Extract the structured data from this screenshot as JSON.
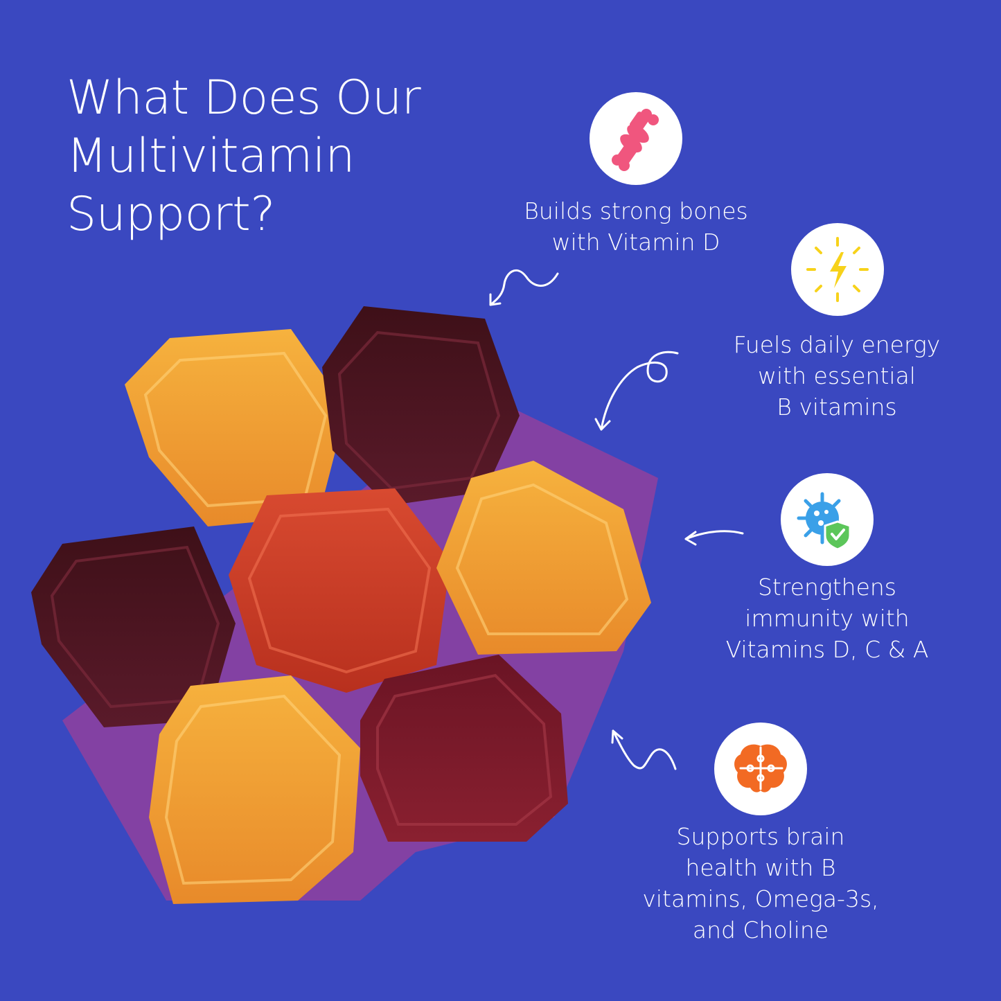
{
  "title": {
    "lines": [
      "What Does Our",
      "Multivitamin",
      "Support?"
    ]
  },
  "benefits": [
    {
      "icon": "bone-joint-icon",
      "lines": [
        "Builds strong bones",
        "with Vitamin D"
      ]
    },
    {
      "icon": "lightning-energy-icon",
      "lines": [
        "Fuels daily energy",
        "with essential",
        "B vitamins"
      ]
    },
    {
      "icon": "immune-shield-icon",
      "lines": [
        "Strengthens",
        "immunity with",
        "Vitamins D, C & A"
      ]
    },
    {
      "icon": "brain-puzzle-icon",
      "lines": [
        "Supports brain",
        "health with B",
        "vitamins, Omega-3s,",
        "and Choline"
      ]
    }
  ],
  "colors": {
    "background": "#3a48c0",
    "bone_icon": "#f0567e",
    "energy_icon": "#f7d21a",
    "immune_icon": "#3aa0e8",
    "shield_icon": "#5cc65a",
    "brain_icon": "#f26a23",
    "gummy_orange": "#f0a030",
    "gummy_dark": "#4a1420",
    "gummy_red": "#c83a28",
    "gummy_maroon": "#7a1a28"
  }
}
